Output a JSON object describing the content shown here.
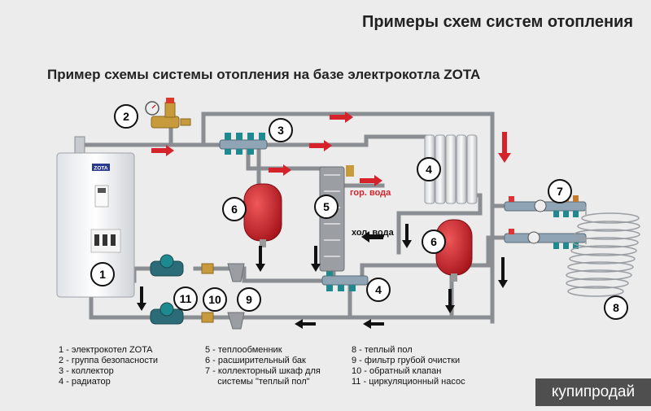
{
  "header": {
    "title": "Примеры схем систем отопления",
    "subtitle": "Пример схемы системы отопления на базе электрокотла ZOTA"
  },
  "boiler": {
    "brand": "ZOTA"
  },
  "callouts": [
    "1",
    "2",
    "3",
    "4",
    "5",
    "6",
    "6",
    "7",
    "8",
    "9",
    "10",
    "11"
  ],
  "flow_labels": {
    "hot_water": "гор. вода",
    "cold_water": "хол. вода"
  },
  "legend": {
    "col1": [
      "1 - электрокотел ZOTA",
      "2 - группа безопасности",
      "3 - коллектор",
      "4 - радиатор"
    ],
    "col2": [
      "5 - теплообменник",
      "6 - расширительный бак",
      "7 - коллекторный шкаф для",
      "     системы \"теплый пол\""
    ],
    "col3": [
      "8 - теплый пол",
      "9 - фильтр грубой очистки",
      "10 - обратный клапан",
      "11 - циркуляционный насос"
    ]
  },
  "watermark": "купипродай",
  "colors": {
    "pipe": "#8a8d91",
    "arrow_red": "#d6222a",
    "arrow_black": "#111111",
    "tank": "#c8202a",
    "brass": "#c79a3b",
    "background": "#ececec"
  }
}
